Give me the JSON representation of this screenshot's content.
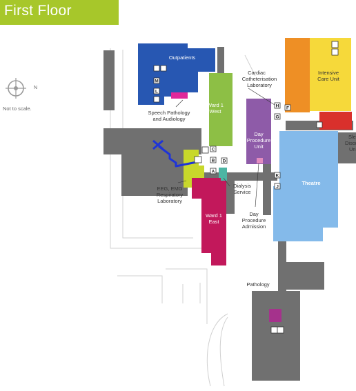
{
  "header": {
    "title": "First Floor"
  },
  "compass": {
    "north_label": "N",
    "icon": "compass-icon"
  },
  "scale_note": "Not to scale.",
  "colors": {
    "header": "#a7c72a",
    "outpatients": "#2757b2",
    "ward_1_west": "#8dbf45",
    "ward_1_east": "#c2185b",
    "day_procedure": "#8e5ba8",
    "intensive_care": "#f6d93a",
    "cardiac_cath": "#ee8f25",
    "theatre": "#84baea",
    "sleep_disorders": "#d9302c",
    "pathology": "#a5328c",
    "dialysis": "#4cb5a3",
    "speech": "#e0289a",
    "eeg": "#c8d82b",
    "building": "#707070",
    "route": "#1e34d8"
  },
  "departments": {
    "outpatients": "Outpatients",
    "speech_pathology": [
      "Speech Pathology",
      "and Audiology"
    ],
    "ward_1_west": [
      "Ward 1",
      "West"
    ],
    "cardiac_cath": [
      "Cardiac",
      "Catheterisation",
      "Laboratory"
    ],
    "intensive_care": [
      "Intensive",
      "Care Unit"
    ],
    "day_procedure_unit": [
      "Day",
      "Procedure",
      "Unit"
    ],
    "sleep_disorders": [
      "Sle",
      "Disor",
      "Uni"
    ],
    "eeg_lab": [
      "EEG, EMG",
      "Respiratory",
      "Laboratory"
    ],
    "dialysis": [
      "Dialysis",
      "Service"
    ],
    "ward_1_east": [
      "Ward 1",
      "East"
    ],
    "day_procedure_admission": [
      "Day",
      "Procedure",
      "Admission"
    ],
    "theatre": "Theatre",
    "pathology": "Pathology"
  },
  "markers": {
    "M": "M",
    "L": "L",
    "C": "C",
    "B": "B",
    "A": "A",
    "D": "D",
    "H": "H",
    "G": "G",
    "F": "F",
    "K": "K",
    "J": "J"
  },
  "icons": [
    "toilet-icon",
    "lift-icon",
    "stairs-icon",
    "you-are-here-icon"
  ]
}
